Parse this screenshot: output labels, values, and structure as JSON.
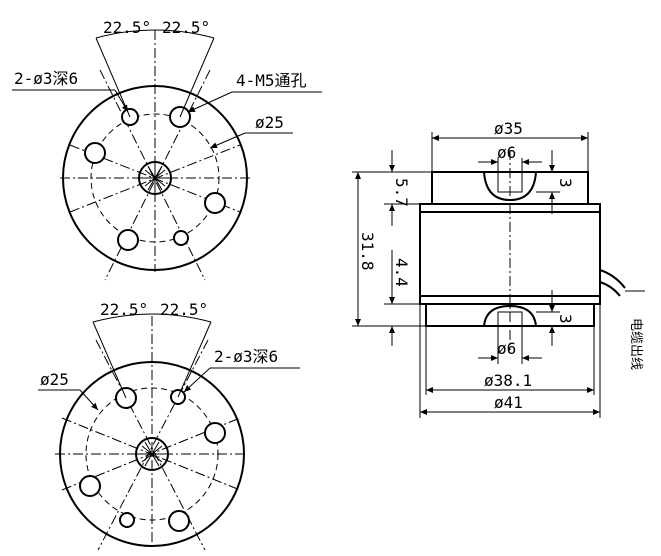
{
  "top_view": {
    "angle_left": "22.5°",
    "angle_right": "22.5°",
    "label_blind_holes": "2-ø3深6",
    "label_through_holes": "4-M5通孔",
    "label_pcd": "ø25"
  },
  "bottom_view": {
    "angle_left": "22.5°",
    "angle_right": "22.5°",
    "label_blind_holes": "2-ø3深6",
    "label_pcd": "ø25"
  },
  "side_view": {
    "dim_top_diameter": "ø35",
    "dim_top_bore": "ø6",
    "dim_top_bore_depth": "3",
    "dim_top_height": "5.7",
    "dim_total_height": "31.8",
    "dim_bottom_height": "4.4",
    "dim_bottom_bore_depth": "3",
    "dim_bottom_bore": "ø6",
    "dim_body_diameter": "ø38.1",
    "dim_base_diameter": "ø41",
    "cable_label": "电缆出线"
  }
}
